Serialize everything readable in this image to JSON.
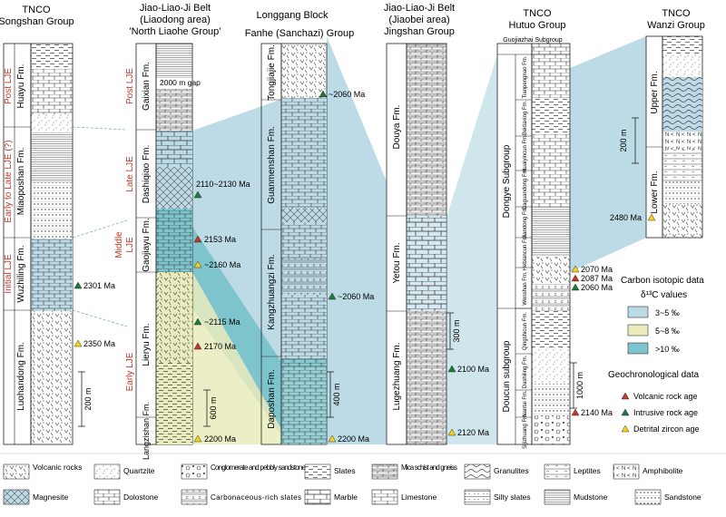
{
  "columns": {
    "songshan": {
      "line1": "TNCO",
      "line2": "Songshan Group",
      "formations": [
        "Huayu Fm.",
        "Miaoposhan Fm.",
        "Wuzhiling Fm.",
        "Luohandong Fm."
      ],
      "stages": [
        "Post LJE",
        "Early to Late LJE (?)",
        "Initial LJE"
      ],
      "ages": [
        "2301 Ma",
        "2350 Ma"
      ],
      "scale": "200 m"
    },
    "liaodong": {
      "line1": "Jiao-Liao-Ji Belt",
      "line2": "(Liaodong area)",
      "line3": "'North Liaohe Group'",
      "formations": [
        "Gaixian Fm.",
        "Dashiqiao Fm.",
        "Gaojiayu Fm.",
        "Lieryu Fm.",
        "Langzishan Fm."
      ],
      "gap": "2000 m gap",
      "stages": [
        "Post LJE",
        "Late LJE",
        "Middle",
        "LJE",
        "Early LJE"
      ],
      "ages": [
        "2110~2130 Ma",
        "2153 Ma",
        "~2160 Ma",
        "~2115 Ma",
        "2170 Ma",
        "2200 Ma"
      ],
      "scale": "600 m"
    },
    "fanhe": {
      "line1": "Longgang Block",
      "line2": "Fanhe (Sanchazi) Group",
      "formations": [
        "Tongjiajie Fm.",
        "Guanmenshan Fm.",
        "Kangzhuangzi Fm.",
        "Daposhan Fm."
      ],
      "ages": [
        "~2060 Ma",
        "~2060 Ma",
        "2200 Ma"
      ],
      "scale": "400 m"
    },
    "jiaobei": {
      "line1": "Jiao-Liao-Ji Belt",
      "line2": "(Jiaobei area)",
      "line3": "Jingshan Group",
      "formations": [
        "Douya Fm.",
        "Yetou Fm.",
        "Lugezhuang Fm."
      ],
      "ages": [
        "2100 Ma",
        "2120 Ma"
      ],
      "scale": "300 m"
    },
    "hutuo": {
      "line1": "TNCO",
      "line2": "Hutuo Group",
      "top_sub": "Guojiazhai Subgroup",
      "subgroups": [
        "Dongye Subgroup",
        "Doucun subgroup"
      ],
      "formations": [
        "Tianpengnao Fm.",
        "Beidaxing Fm.",
        "Huaiyincun Fm.",
        "Daguandong Fm.",
        "Jiandong Fm.",
        "Hebiancun Fm.",
        "Wenshan Fm.",
        "Qingshicun Fm.",
        "Dashiling Fm.",
        "Nantai Fm.",
        "Sijizhuang Fm."
      ],
      "ages": [
        "2070 Ma",
        "2087 Ma",
        "2060 Ma",
        "2140 Ma"
      ],
      "scale": "1000 m"
    },
    "wanzi": {
      "line1": "TNCO",
      "line2": "Wanzi Group",
      "formations": [
        "Upper Fm.",
        "Lower Fm."
      ],
      "ages": [
        "2480 Ma"
      ],
      "scale": "200 m"
    }
  },
  "carbon_legend": {
    "title": "Carbon isotopic data",
    "subtitle": "δ¹³C values",
    "items": [
      {
        "label": "3~5 ‰",
        "color": "#bcdbe6"
      },
      {
        "label": "5~8 ‰",
        "color": "#e9ebbc"
      },
      {
        "label": ">10 ‰",
        "color": "#7dc4cd"
      }
    ]
  },
  "geochron_legend": {
    "title": "Geochronological data",
    "items": [
      {
        "label": "Volcanic rock age",
        "color": "#c0392b"
      },
      {
        "label": "Intrusive rock age",
        "color": "#1e7a3c"
      },
      {
        "label": "Detrital zircon age",
        "color": "#f2d21b"
      }
    ]
  },
  "lithology_legend": [
    "Volcanic rocks",
    "Quartzite",
    "Conglomerate and pebbly sandstone",
    "Slates",
    "Mica schist and gneiss",
    "Granulites",
    "Leptites",
    "Amphibolite",
    "Magnesite",
    "Dolostone",
    "Carbonaceous-rich slates",
    "Marble",
    "Limestone",
    "Silty slates",
    "Mudstone",
    "Sandstone"
  ],
  "colors": {
    "stage_red": "#c0392b",
    "blue_band": "#bcdbe6",
    "yellow_band": "#e9ebbc",
    "teal_band": "#7dc4cd"
  }
}
